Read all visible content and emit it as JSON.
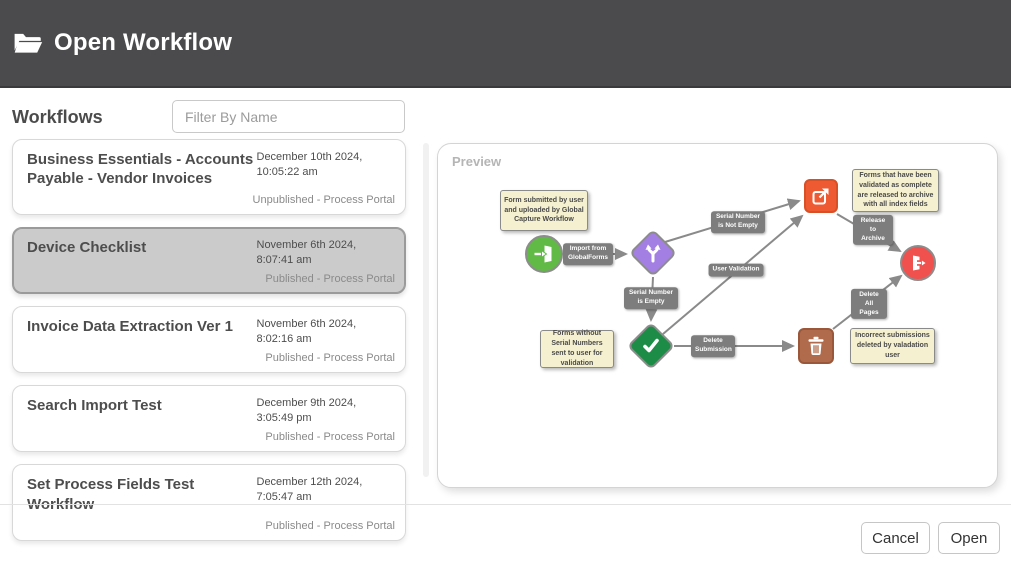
{
  "header": {
    "title": "Open Workflow"
  },
  "workflow_list": {
    "heading": "Workflows",
    "filter_placeholder": "Filter By Name",
    "items": [
      {
        "name": "Business Essentials - Accounts Payable - Vendor Invoices",
        "date": "December 10th 2024, 10:05:22 am",
        "status": "Unpublished - Process Portal",
        "selected": false
      },
      {
        "name": "Device Checklist",
        "date": "November 6th 2024, 8:07:41 am",
        "status": "Published - Process Portal",
        "selected": true
      },
      {
        "name": "Invoice Data Extraction Ver 1",
        "date": "November 6th 2024, 8:02:16 am",
        "status": "Published - Process Portal",
        "selected": false
      },
      {
        "name": "Search Import Test",
        "date": "December 9th 2024, 3:05:49 pm",
        "status": "Published - Process Portal",
        "selected": false
      },
      {
        "name": "Set Process Fields Test Workflow",
        "date": "December 12th 2024, 7:05:47 am",
        "status": "Published - Process Portal",
        "selected": false
      }
    ]
  },
  "preview": {
    "label": "Preview",
    "notes": [
      {
        "text": "Form submitted by user and uploaded by Global Capture Workflow"
      },
      {
        "text": "Forms that have been validated as complete are released to archive with all index fields"
      },
      {
        "text": "Forms without Serial Numbers sent to user for validation"
      },
      {
        "text": "Incorrect submissions deleted by valadation user"
      }
    ],
    "edge_labels": [
      {
        "text": "Import from\nGlobalForms"
      },
      {
        "text": "Serial Number\nis Not Empty"
      },
      {
        "text": "Serial Number\nis Empty"
      },
      {
        "text": "User Validation"
      },
      {
        "text": "Release to\nArchive"
      },
      {
        "text": "Delete\nSubmission"
      },
      {
        "text": "Delete All\nPages"
      }
    ],
    "nodes": [
      {
        "id": "import",
        "shape": "circle",
        "color": "#61b946",
        "icon": "import-door-icon"
      },
      {
        "id": "branch",
        "shape": "diamond",
        "color": "#a47fe3",
        "icon": "branch-split-icon"
      },
      {
        "id": "release",
        "shape": "square",
        "color": "#ee5a31",
        "icon": "release-export-icon"
      },
      {
        "id": "validate",
        "shape": "diamond",
        "color": "#1d8c46",
        "icon": "checkmark-icon"
      },
      {
        "id": "delete",
        "shape": "square",
        "color": "#b06b4c",
        "icon": "trash-icon"
      },
      {
        "id": "end",
        "shape": "circle",
        "color": "#f1514e",
        "icon": "exit-door-icon"
      }
    ]
  },
  "footer": {
    "cancel_label": "Cancel",
    "open_label": "Open"
  },
  "colors": {
    "header_bg": "#4b4b4d",
    "selected_item_bg": "#cbcbcb",
    "note_bg": "#f5f0cf",
    "badge_bg": "#7d7d7d",
    "edge": "#8a8a8a"
  }
}
